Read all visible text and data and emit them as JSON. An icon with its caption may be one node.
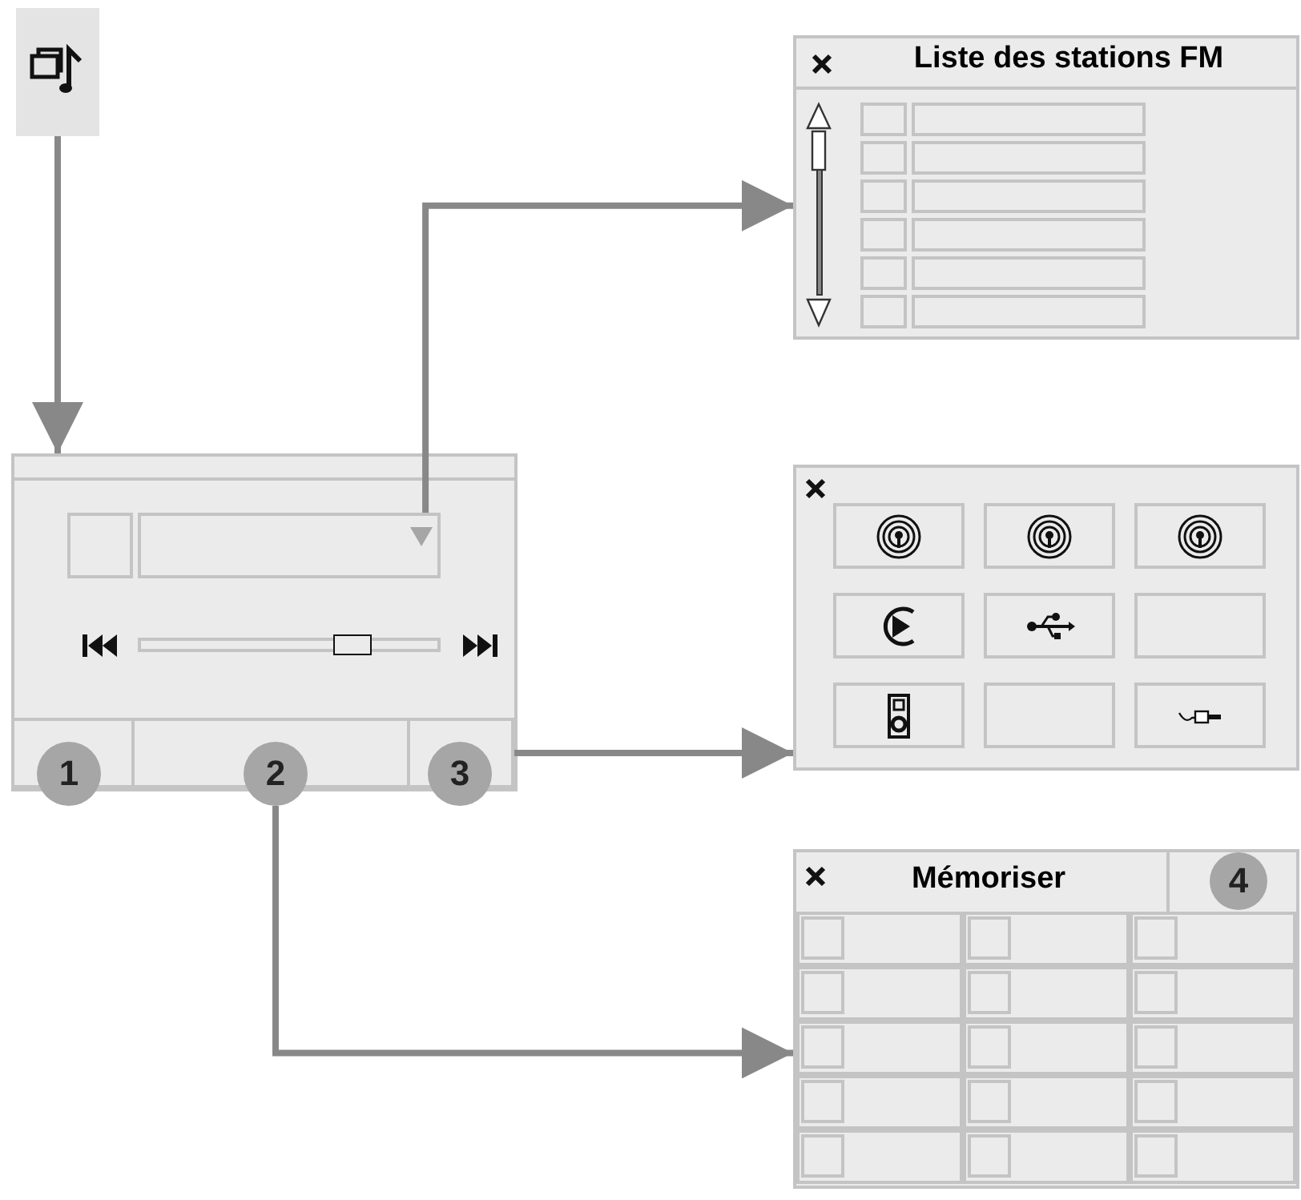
{
  "diagram": {
    "nodes": [
      {
        "text": [],
        "shape": "box"
      },
      {
        "text": [],
        "shape": "box"
      },
      {
        "text": [],
        "shape": "box",
        "in": 1
      },
      {
        "text": [],
        "shape": "box",
        "in": 1
      },
      {
        "text": [],
        "shape": "box",
        "in": 1
      },
      {
        "text": [],
        "shape": "box",
        "in": 1
      },
      {
        "text": [
          "Liste des stations FM"
        ]
      },
      {
        "text": [],
        "shape": "box"
      },
      {
        "text": [
          "1"
        ]
      },
      {
        "text": [
          "2"
        ]
      },
      {
        "text": [
          "3"
        ]
      },
      {
        "text": [
          "Mémoriser"
        ]
      },
      {
        "text": [
          "4"
        ],
        "in": 11
      }
    ],
    "edges": [
      {
        "from": 0,
        "to": 1,
        "arrow": "to"
      },
      {
        "from": 2,
        "to": 6,
        "arrow": "to"
      },
      {
        "from": 5,
        "to": 7,
        "arrow": "to"
      },
      {
        "from": 9,
        "to": 11,
        "arrow": "to"
      }
    ]
  }
}
